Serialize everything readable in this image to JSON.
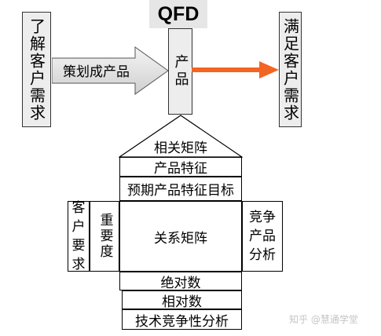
{
  "title": "QFD",
  "left_box": "了解客户需求",
  "product_box": "产品",
  "right_box": "满足客户需求",
  "arrow_label": "策划成产品",
  "house": {
    "roof": "相关矩阵",
    "row1": "产品特征",
    "row2": "预期产品特征目标",
    "left_outer": "客户要求",
    "left_inner": "重要度",
    "center": "关系矩阵",
    "right": "竞争产品分析",
    "bottom1": "绝对数",
    "bottom2": "相对数",
    "bottom3": "技术竞争性分析"
  },
  "watermark": "知乎 @慧通学堂",
  "colors": {
    "orange_arrow": "#f26522",
    "box_fill": "#ededed",
    "title_bg": "#e6e6e6"
  }
}
